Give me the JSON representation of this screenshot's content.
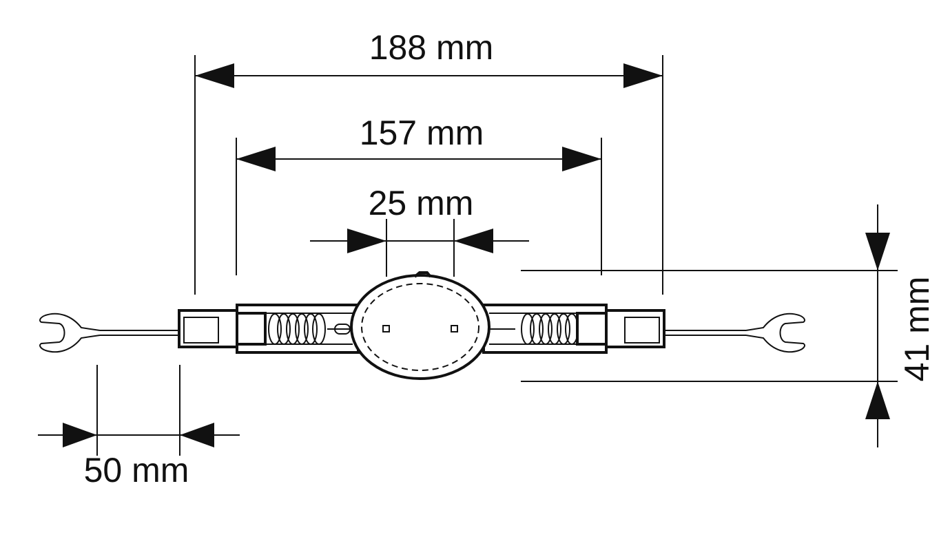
{
  "dimensions": {
    "overall_length": "188 mm",
    "base_to_base": "157 mm",
    "bulb_gap": "25 mm",
    "height": "41 mm",
    "lead_length": "50 mm"
  },
  "colors": {
    "line": "#111111",
    "background": "#ffffff"
  }
}
